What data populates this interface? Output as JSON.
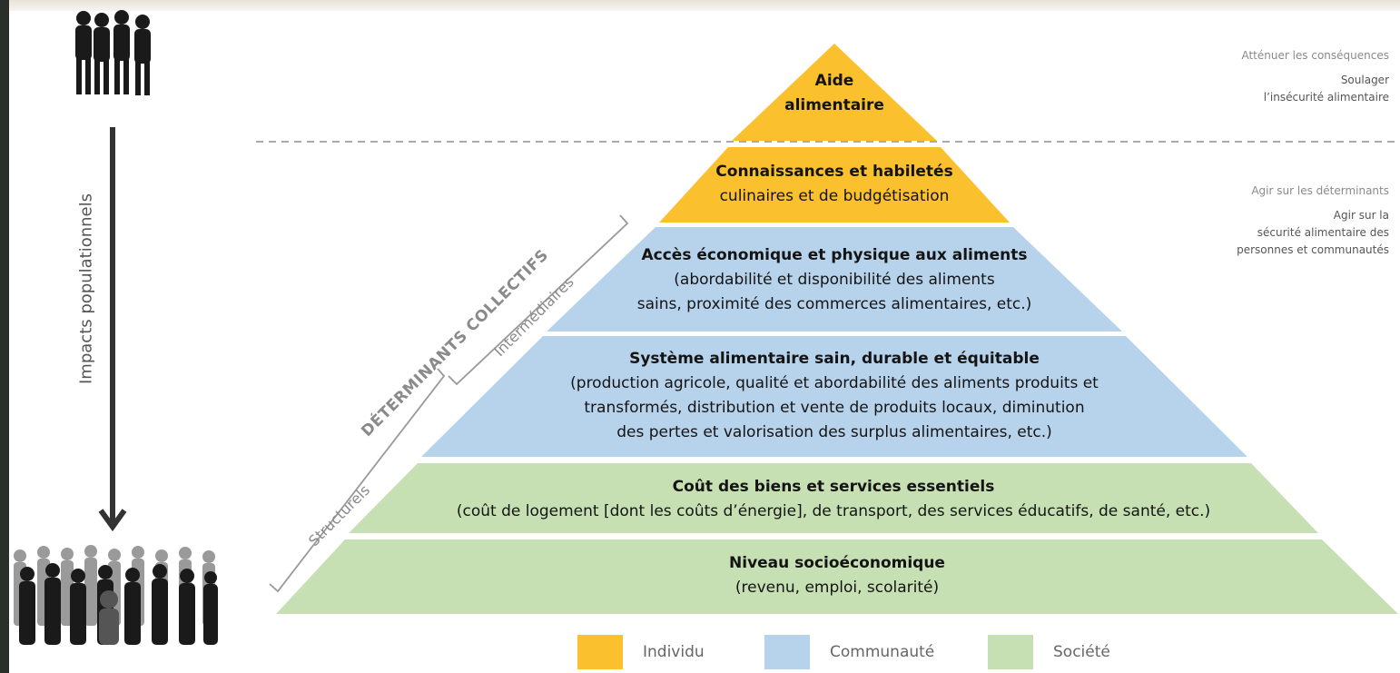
{
  "pyramid": {
    "tiers": [
      {
        "title": "Aide",
        "body": "alimentaire",
        "category": "individu"
      },
      {
        "title": "Connaissances et habiletés",
        "body": "culinaires et de budgétisation",
        "category": "individu"
      },
      {
        "title": "Accès économique et physique aux aliments",
        "body_lines": [
          "(abordabilité et disponibilité des aliments",
          "sains, proximité des commerces alimentaires, etc.)"
        ],
        "category": "communaute"
      },
      {
        "title": "Système alimentaire sain, durable et équitable",
        "body_lines": [
          "(production agricole, qualité et abordabilité des aliments produits et",
          "transformés, distribution et vente de produits locaux, diminution",
          "des pertes et valorisation des surplus alimentaires, etc.)"
        ],
        "category": "communaute"
      },
      {
        "title": "Coût des biens et services essentiels",
        "body": "(coût de logement [dont les coûts d’énergie], de transport, des services éducatifs, de santé, etc.)",
        "category": "societe"
      },
      {
        "title": "Niveau socioéconomique",
        "body": "(revenu, emploi, scolarité)",
        "category": "societe"
      }
    ]
  },
  "right_notes": {
    "top": {
      "caption": "Atténuer les conséquences",
      "lines": [
        "Soulager",
        "l’insécurité alimentaire"
      ]
    },
    "bottom": {
      "caption": "Agir sur les déterminants",
      "lines": [
        "Agir sur la",
        "sécurité alimentaire des",
        "personnes et communautés"
      ]
    }
  },
  "left_axis": {
    "label": "Impacts populationnels"
  },
  "brackets": {
    "main": "DÉTERMINANTS COLLECTIFS",
    "intermediate": "Intermédiaires",
    "structural": "Structurels"
  },
  "legend": [
    {
      "label": "Individu",
      "color": "#fbc02d"
    },
    {
      "label": "Communauté",
      "color": "#b7d3ec"
    },
    {
      "label": "Société",
      "color": "#c6e0b3"
    }
  ],
  "colors": {
    "individu": "#fbc02d",
    "communaute": "#b7d3ec",
    "societe": "#c6e0b3",
    "dashed_line": "#aaaaaa",
    "bracket": "#999999",
    "silhouette": "#1a1a1a"
  }
}
